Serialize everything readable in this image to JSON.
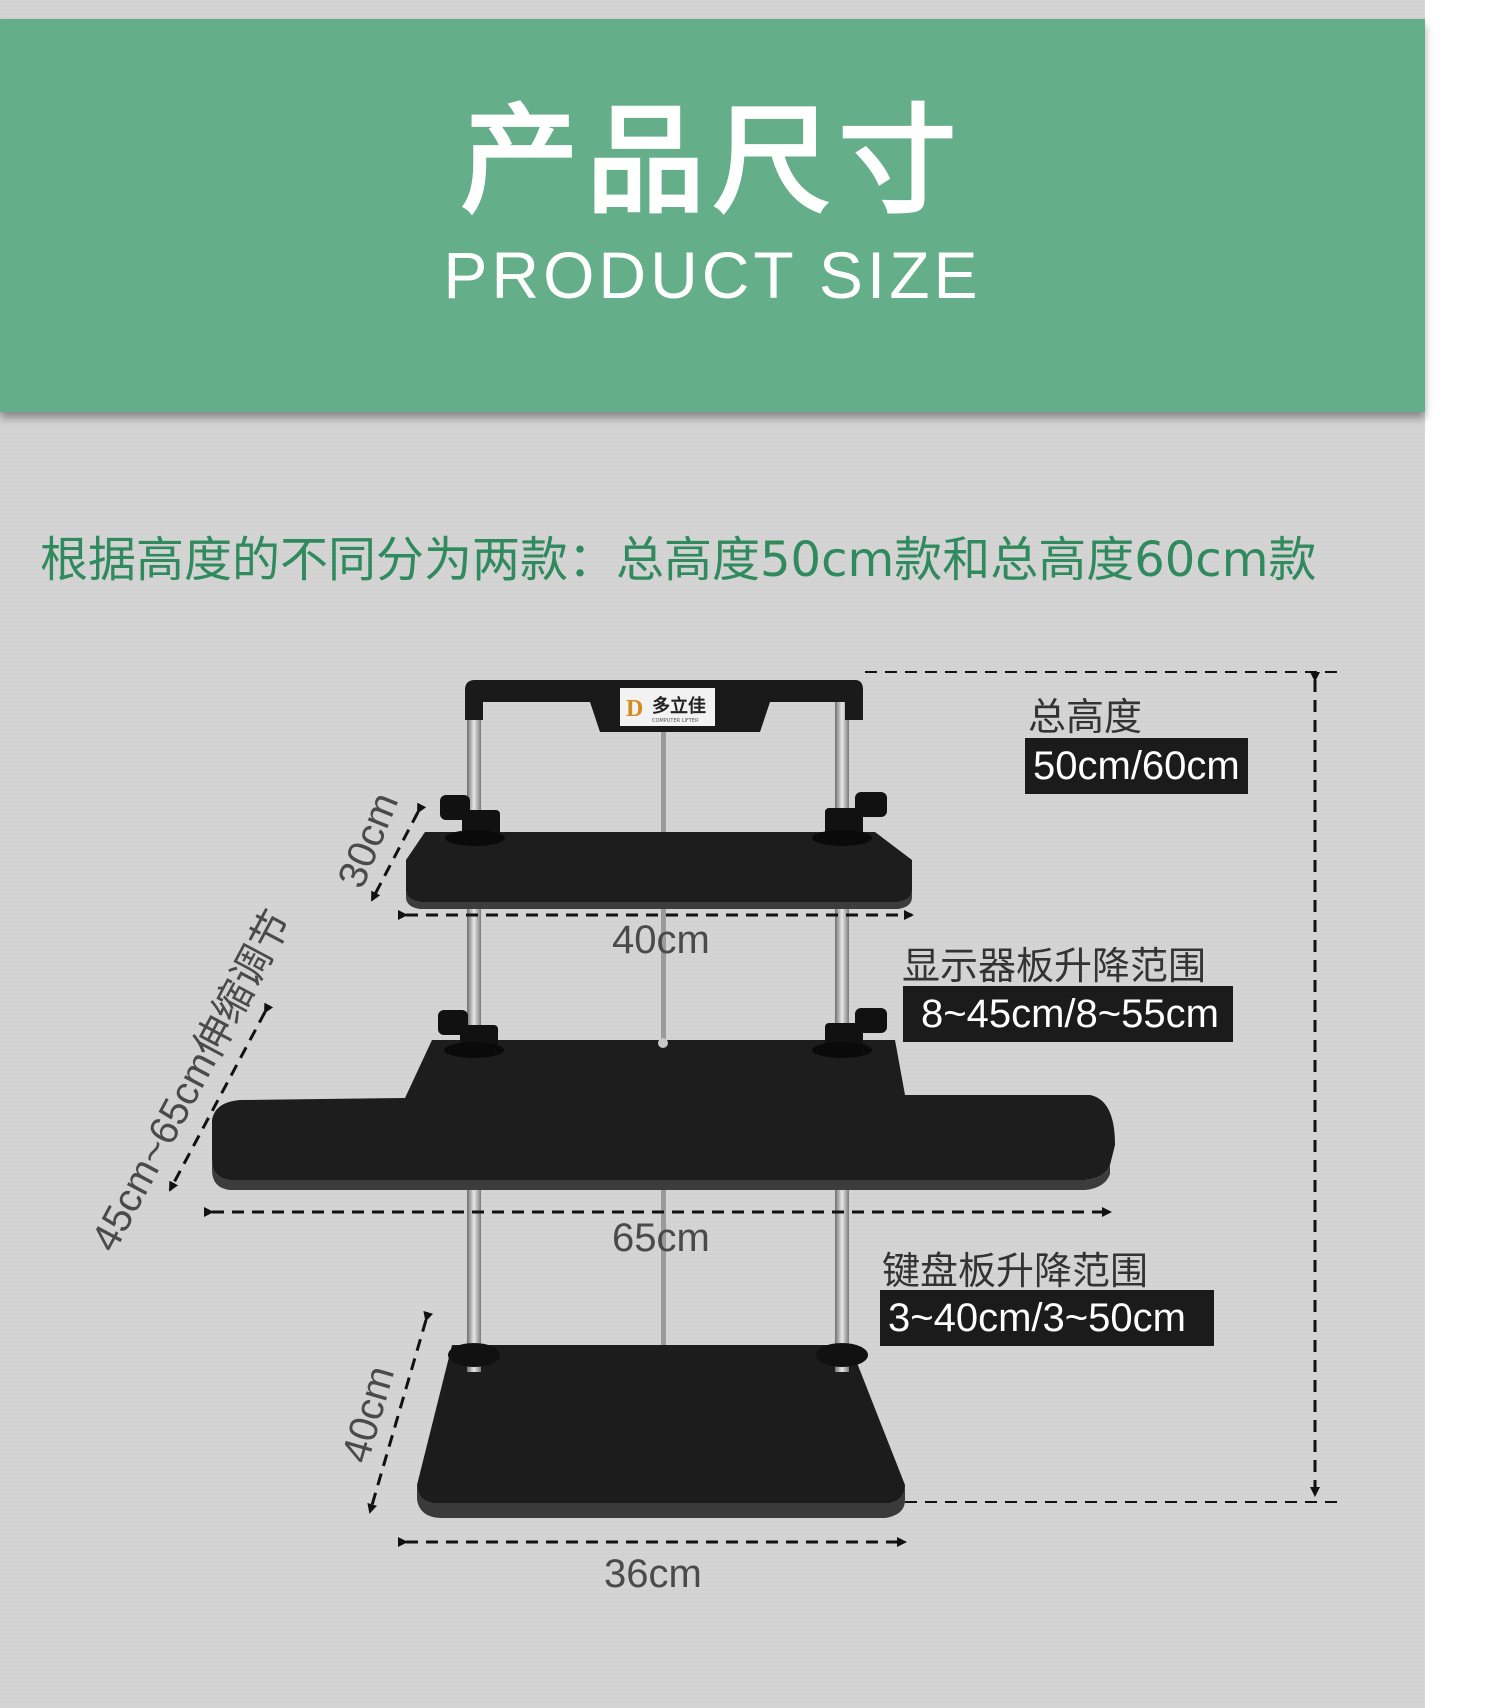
{
  "header": {
    "title_cn": "产品尺寸",
    "title_en": "PRODUCT  SIZE"
  },
  "subtitle": "根据高度的不同分为两款：总高度50cm款和总高度60cm款",
  "brand": {
    "logo_text": "多立佳",
    "logo_subtext": "COMPUTER LIFTER"
  },
  "dimensions": {
    "top_shelf_depth": "30cm",
    "top_shelf_width": "40cm",
    "middle_shelf_width": "65cm",
    "middle_shelf_depth": "45cm~65cm伸缩调节",
    "base_depth": "40cm",
    "base_width": "36cm"
  },
  "specs": {
    "total_height_label": "总高度",
    "total_height_value": "50cm/60cm",
    "monitor_range_label": "显示器板升降范围",
    "monitor_range_value": "8~45cm/8~55cm",
    "keyboard_range_label": "键盘板升降范围",
    "keyboard_range_value": "3~40cm/3~50cm"
  },
  "colors": {
    "banner": "#64ae89",
    "subtitle": "#2f8a5d",
    "background": "#d4d4d4",
    "product": "#1d1d1d",
    "tag": "#1b1b1b"
  }
}
